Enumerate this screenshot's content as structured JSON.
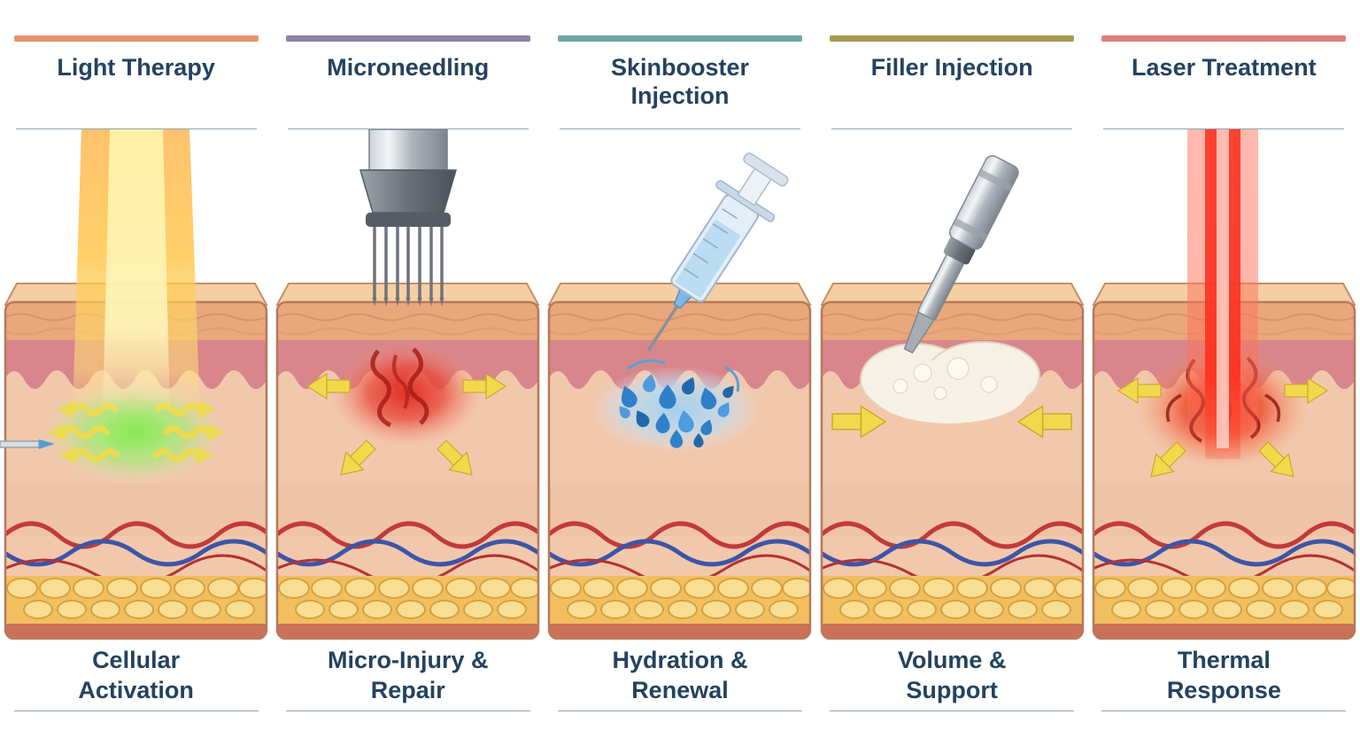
{
  "figure": {
    "text_color": "#24425F",
    "columns": [
      {
        "title": "Light Therapy",
        "accent_color": "#E8936C",
        "caption": "Cellular Activation"
      },
      {
        "title": "Microneedling",
        "accent_color": "#8E80A6",
        "caption": "Micro-Injury & Repair"
      },
      {
        "title": "Skinbooster Injection",
        "accent_color": "#6FA5A8",
        "caption": "Hydration & Renewal"
      },
      {
        "title": "Filler Injection",
        "accent_color": "#A79B54",
        "caption": "Volume & Support"
      },
      {
        "title": "Laser Treatment",
        "accent_color": "#E07F7F",
        "caption": "Thermal Response"
      }
    ]
  }
}
